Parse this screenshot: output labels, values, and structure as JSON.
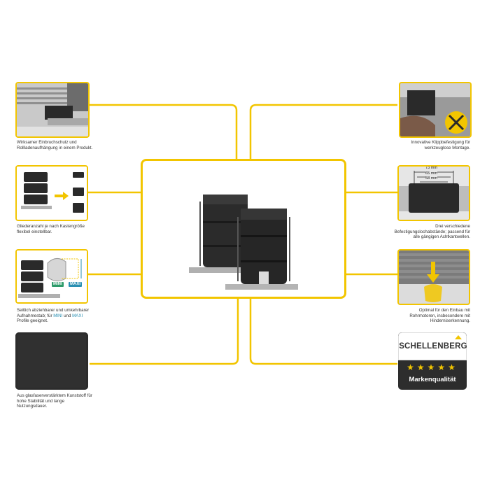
{
  "captions": {
    "left1": "Wirksamer Einbruchschutz und Rollladenaufhängung in einem Produkt.",
    "left2": "Gliederanzahl je nach Kastengröße flexibel einstellbar.",
    "left3_part1": "Seitlich abziehbarer und umkehrbarer Aufnahmestab; für ",
    "left3_mini": "MINI",
    "left3_part2": " und ",
    "left3_maxi": "MAXI",
    "left3_part3": " Profile geeignet.",
    "left4": "Aus glasfaserverstärktem Kunststoff für hohe Stabilität und lange Nutzungsdauer.",
    "right1": "Innovative Klippbefestigung für werkzeuglose Montage.",
    "right2": "Drei verschiedene Befestigungslochabstände; passend für alle gängigen Achtkantwellen.",
    "right3": "Optimal für den Einbau mit Rohrmotoren, insbesondere mit Hinderniserkennung."
  },
  "labels": {
    "mini": "MINI",
    "maxi": "MAXI",
    "dims": [
      "73 mm",
      "65 mm",
      "58 mm"
    ]
  },
  "brand": {
    "name": "SCHELLENBERG",
    "stars": "★★★★★",
    "quality": "Markenqualität"
  },
  "colors": {
    "accent": "#f2c500",
    "dark": "#2d2d2d",
    "highlight": "#2a8fb2"
  }
}
